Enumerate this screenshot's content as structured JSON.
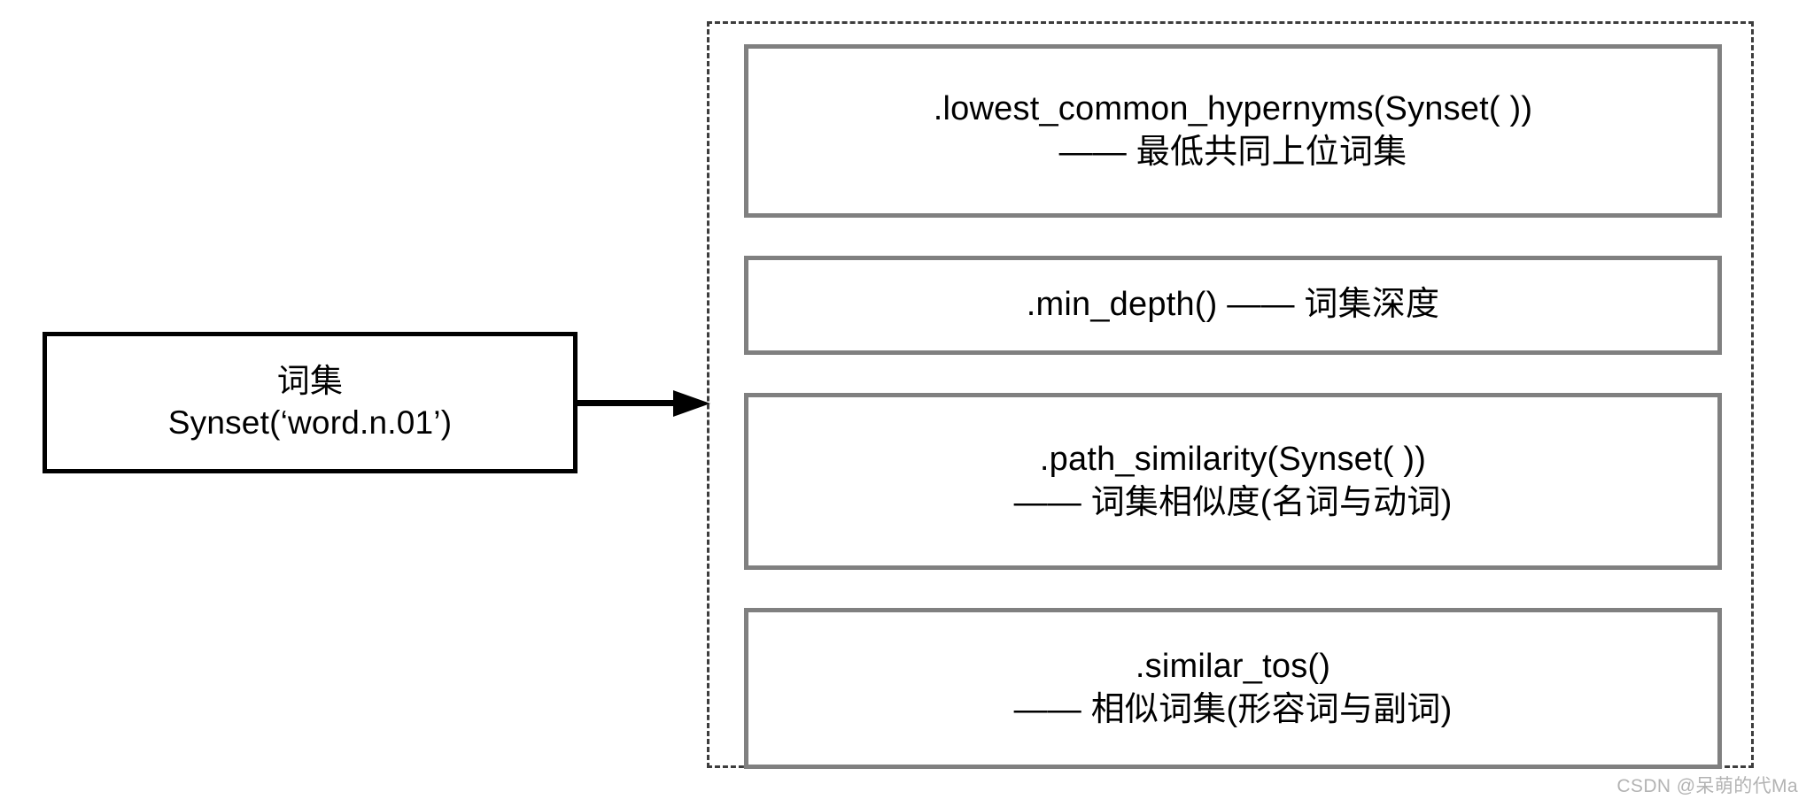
{
  "diagram": {
    "source_node": {
      "title_cjk": "词集",
      "code": "Synset(‘word.n.01’)"
    },
    "connector": {
      "type": "arrow-right"
    },
    "group": {
      "border_style": "dashed",
      "border_color": "#3d3d3d",
      "method_border_color": "#808080",
      "methods": [
        {
          "id": "lowest-common-hypernyms",
          "line1": ".lowest_common_hypernyms(Synset( ))",
          "line2": "—— 最低共同上位词集"
        },
        {
          "id": "min-depth",
          "line1": ".min_depth() —— 词集深度",
          "line2": ""
        },
        {
          "id": "path-similarity",
          "line1": ".path_similarity(Synset( ))",
          "line2": "—— 词集相似度(名词与动词)"
        },
        {
          "id": "similar-tos",
          "line1": ".similar_tos()",
          "line2": "—— 相似词集(形容词与副词)"
        }
      ]
    },
    "watermark": "CSDN @呆萌的代Ma"
  }
}
